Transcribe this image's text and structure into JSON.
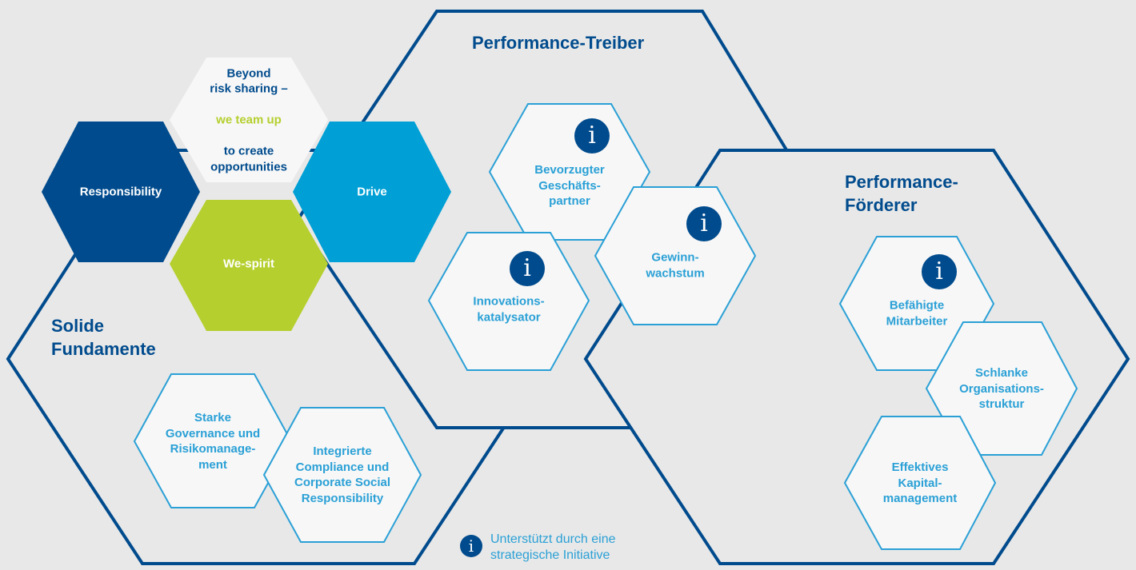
{
  "sections": {
    "performance_treiber": "Performance-Treiber",
    "performance_foerderer": "Performance-\nFörderer",
    "solide_fundamente": "Solide\nFundamente"
  },
  "core": {
    "responsibility": "Responsibility",
    "drive": "Drive",
    "we_spirit": "We-spirit",
    "beyond_line1": "Beyond\nrisk sharing –",
    "beyond_highlight": "we team up",
    "beyond_line3": "to create\nopportunities"
  },
  "elements": {
    "bevorzugter": "Bevorzugter\nGeschäfts-\npartner",
    "gewinn": "Gewinn-\nwachstum",
    "innovation": "Innovations-\nkatalysator",
    "befaehigte": "Befähigte\nMitarbeiter",
    "schlanke": "Schlanke\nOrganisations-\nstruktur",
    "effektives": "Effektives\nKapital-\nmanagement",
    "starke": "Starke\nGovernance und\nRisikomanage-\nment",
    "integrierte": "Integrierte\nCompliance und\nCorporate Social\nResponsibility"
  },
  "legend": {
    "icon": "i",
    "text": "Unterstützt durch eine strategische Initiative"
  },
  "colors": {
    "outline": "#004b8d",
    "small_outline": "#2aa0d6",
    "responsibility": "#004b8d",
    "drive": "#00a0d6",
    "we_spirit": "#b5cf2e",
    "beyond": "#f7f7f7",
    "background": "#e8e8e8"
  }
}
